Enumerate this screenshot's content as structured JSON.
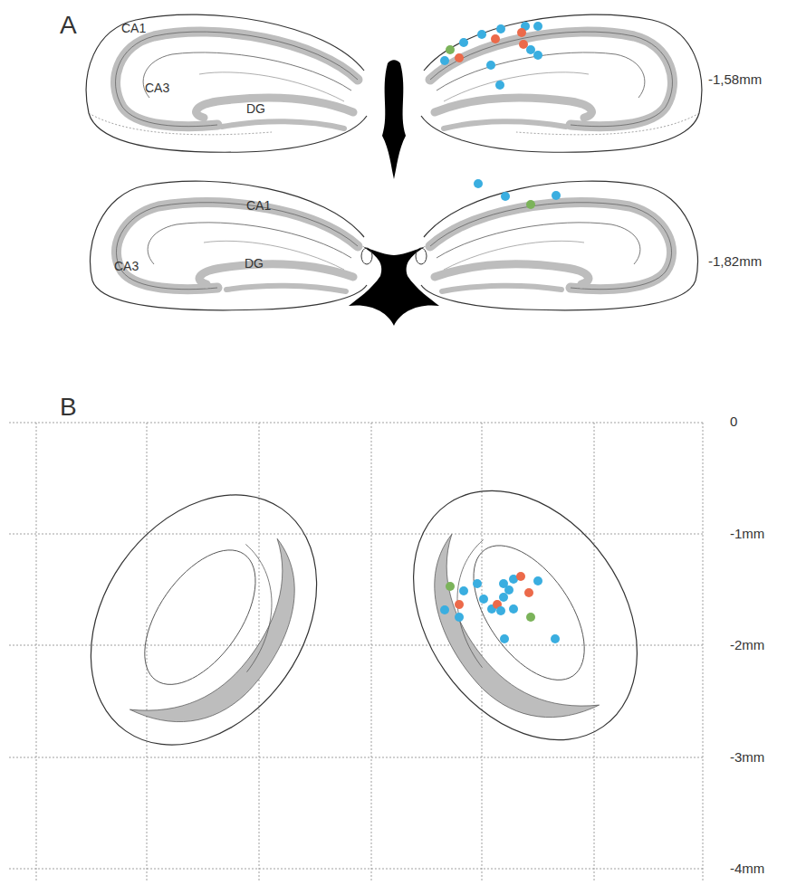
{
  "diagram": {
    "labels": [
      "A",
      "CA1",
      "CA3",
      "DG",
      "-1,58mm",
      "CA1",
      "CA3",
      "DG",
      "-1,82mm",
      "B",
      "0",
      "-1mm",
      "-2mm",
      "-3mm",
      "-4mm"
    ]
  }
}
